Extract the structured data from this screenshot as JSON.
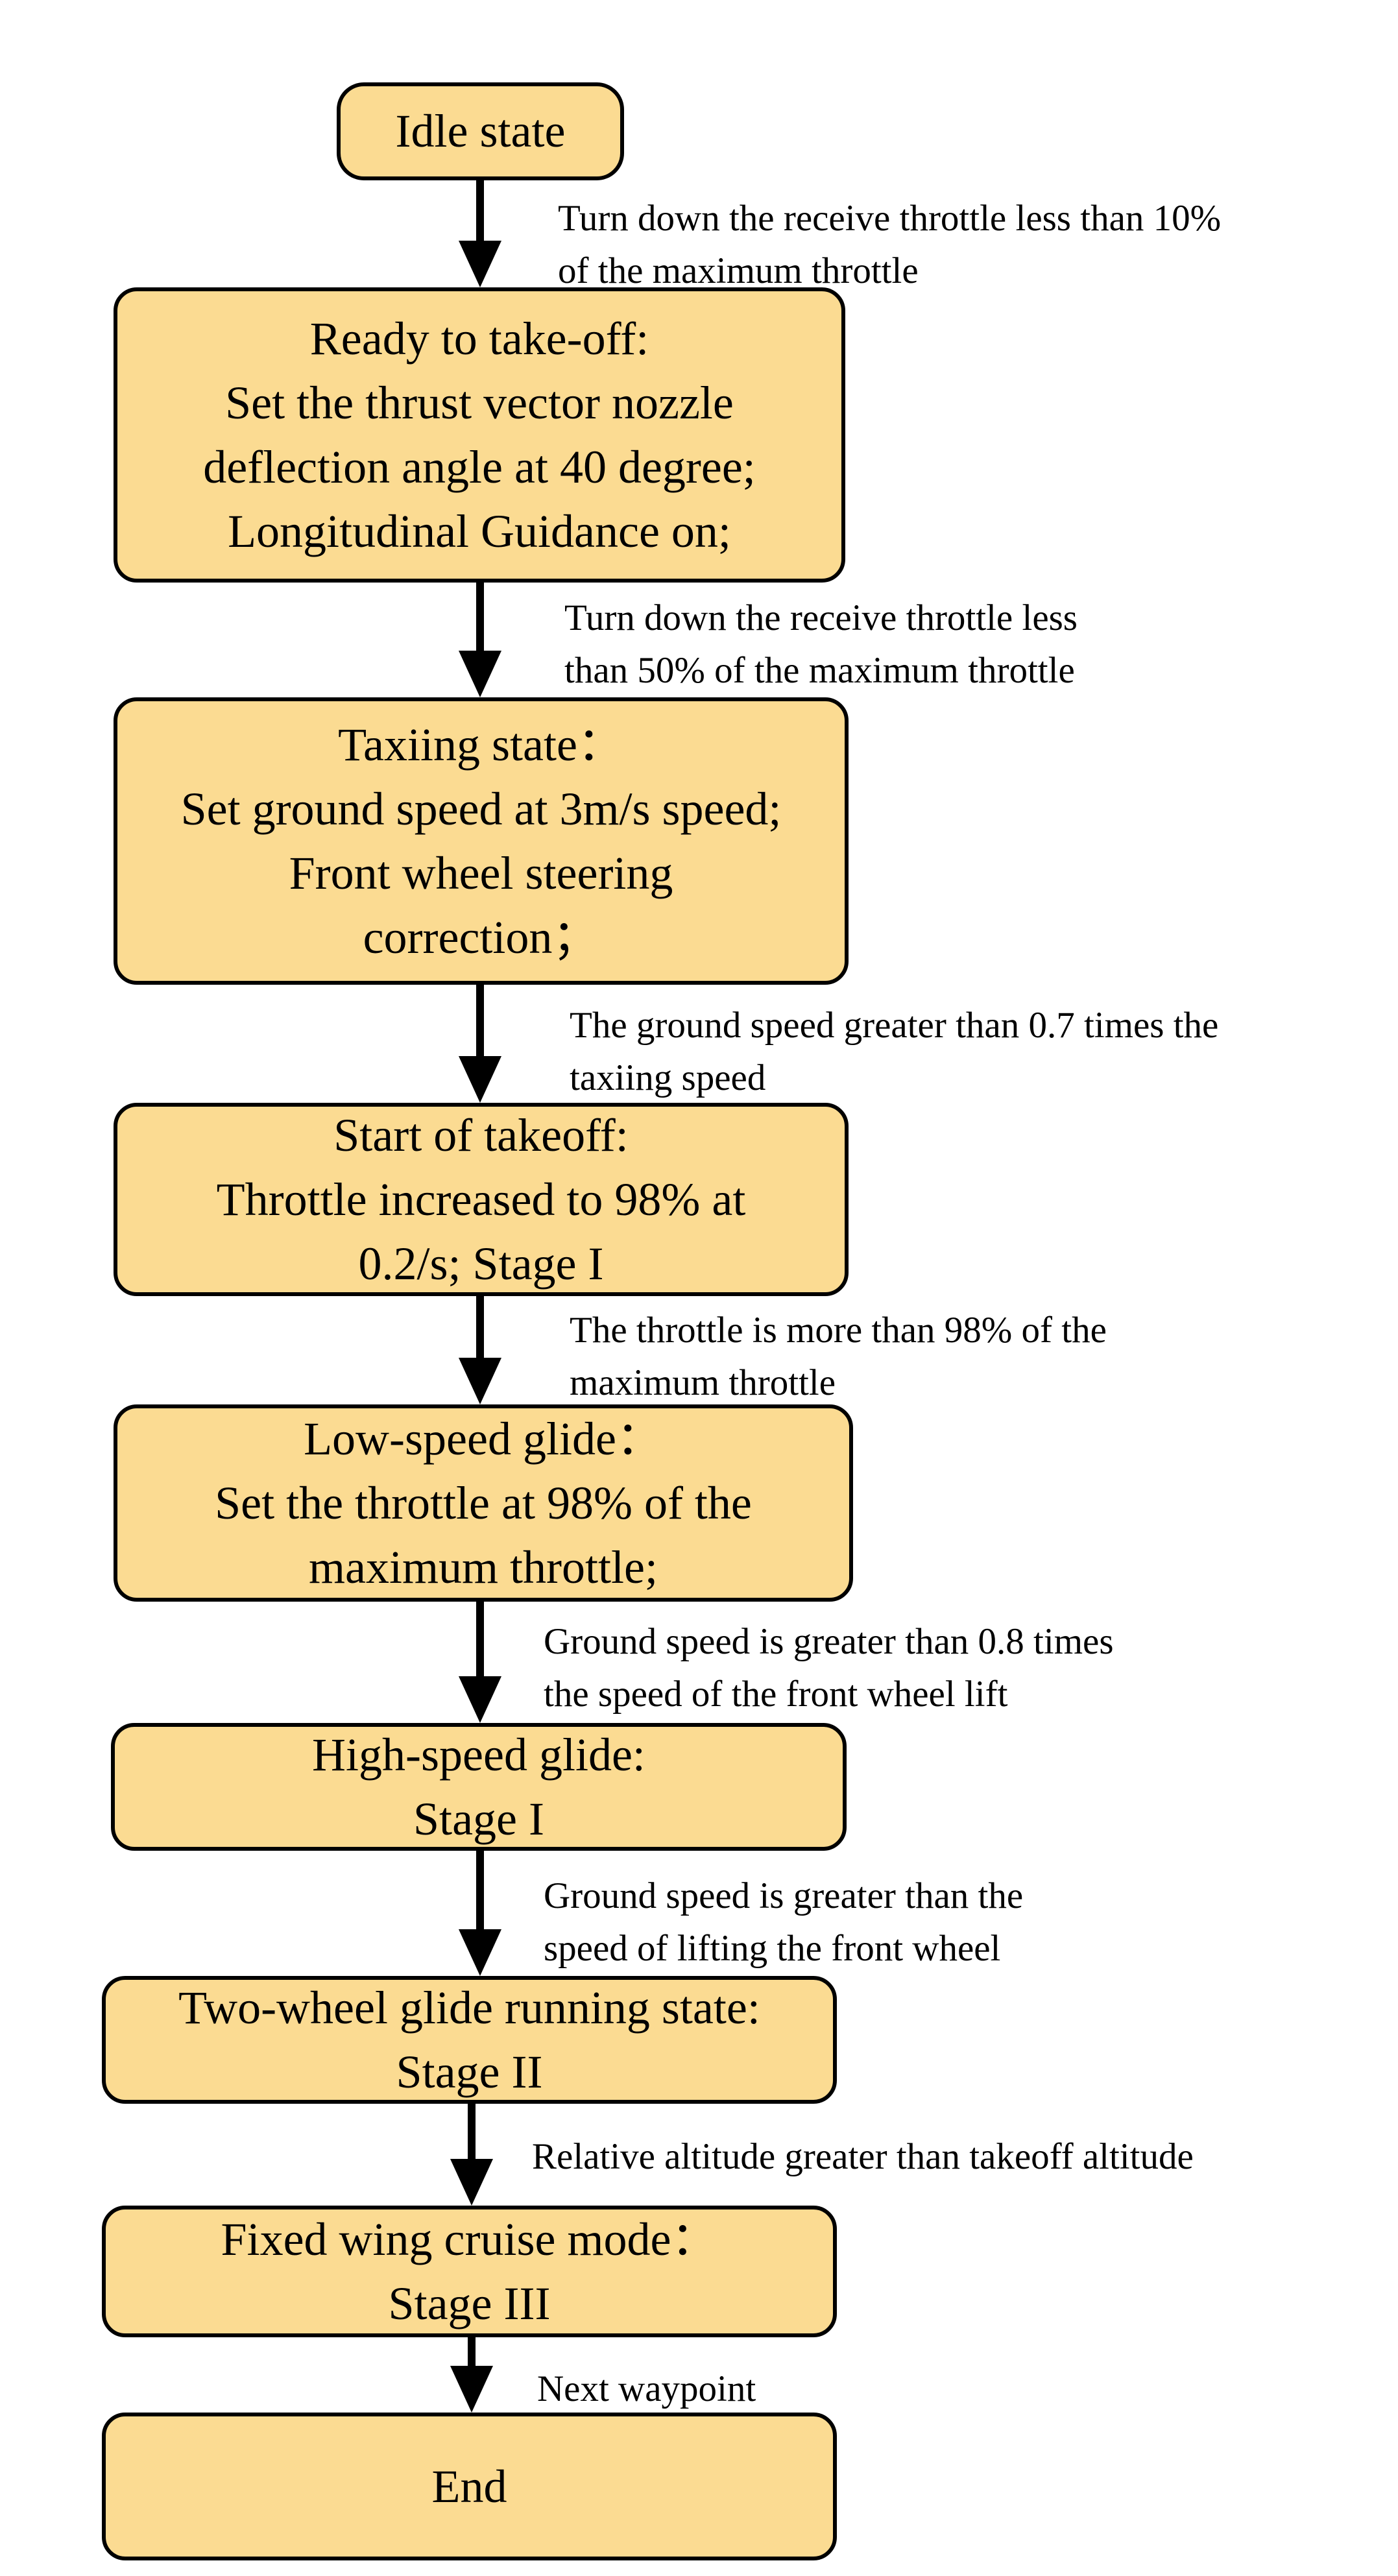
{
  "diagram": {
    "colors": {
      "background": "#FFFFFF",
      "node_fill": "#FBDB92",
      "node_border": "#000000",
      "arrow": "#000000",
      "text": "#000000"
    },
    "nodes": [
      {
        "text": "Idle state"
      },
      {
        "text": "Ready to take-off:\nSet the thrust vector nozzle\ndeflection angle at 40 degree;\nLongitudinal Guidance on;"
      },
      {
        "text": "Taxiing state：\nSet ground speed at 3m/s speed;\nFront wheel steering\ncorrection；"
      },
      {
        "text": "Start of takeoff:\nThrottle increased to 98% at\n0.2/s; Stage I"
      },
      {
        "text": "Low-speed glide：\nSet the throttle at 98% of the\nmaximum throttle;"
      },
      {
        "text": "High-speed glide:\nStage I"
      },
      {
        "text": "Two-wheel glide running state:\nStage II"
      },
      {
        "text": "Fixed wing cruise mode：\nStage III"
      },
      {
        "text": "End"
      }
    ],
    "edge_labels": [
      "Turn down the receive throttle less than 10%\nof the maximum throttle",
      "Turn down the receive throttle less\nthan 50% of the maximum throttle",
      "The ground speed greater than 0.7 times the\ntaxiing speed",
      "The throttle is more than 98% of the\nmaximum throttle",
      "Ground speed is greater than 0.8 times\nthe speed of the front wheel lift",
      "Ground speed is greater than the\nspeed of lifting the front wheel",
      "Relative altitude greater than takeoff altitude",
      "Next waypoint"
    ]
  }
}
